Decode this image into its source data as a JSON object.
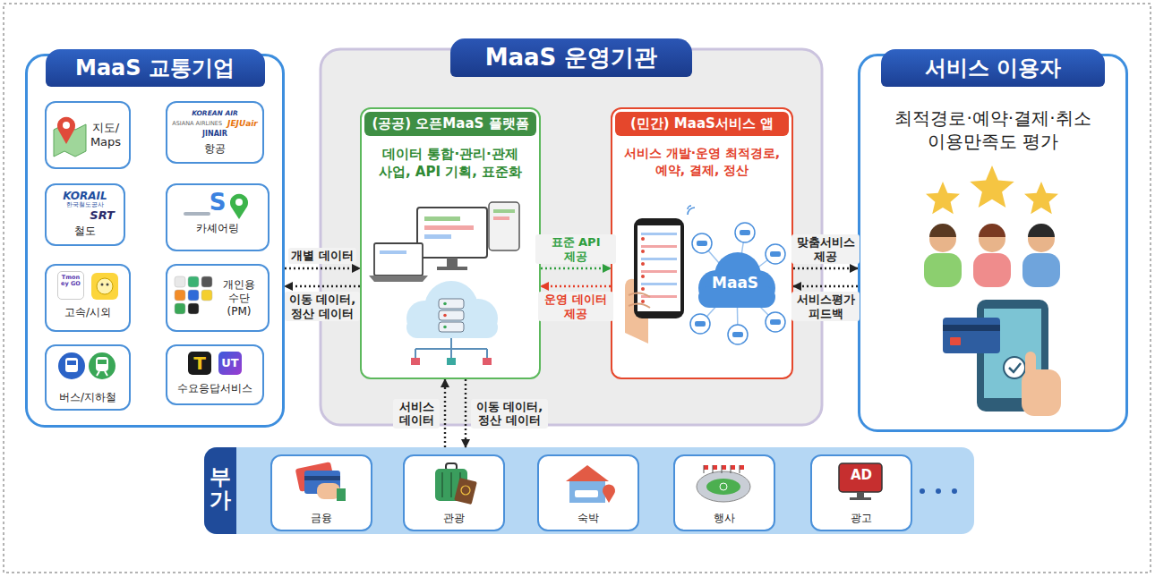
{
  "diagram": {
    "nodes": [
      {
        "text": [
          "MaaS 교통기업"
        ]
      },
      {
        "text": [
          "지도/ Maps"
        ],
        "in": 0
      },
      {
        "text": [
          "KOREAN AIR",
          "ASIANA AIRLINES",
          "JEJUair",
          "JINAIR",
          "항공"
        ],
        "in": 0
      },
      {
        "text": [
          "KORAIL",
          "한국철도공사",
          "SRT",
          "철도"
        ],
        "in": 0
      },
      {
        "text": [
          "S",
          "카셰어링"
        ],
        "in": 0
      },
      {
        "text": [
          "Tmoney GO",
          "고속/시외"
        ],
        "in": 0
      },
      {
        "text": [
          "개인용 수단 (PM)"
        ],
        "in": 0
      },
      {
        "text": [
          "버스/지하철"
        ],
        "in": 0
      },
      {
        "text": [
          "T",
          "UT",
          "수요응답서비스"
        ],
        "in": 0
      },
      {
        "text": [
          "MaaS 운영기관"
        ]
      },
      {
        "text": [
          "(공공) 오픈MaaS 플랫폼",
          "데이터 통합·관리·관제 사업, API 기획, 표준화"
        ],
        "in": 9
      },
      {
        "text": [
          "(민간) MaaS서비스 앱",
          "서비스 개발·운영 최적경로, 예약, 결제, 정산"
        ],
        "in": 9
      },
      {
        "text": [
          "서비스 이용자",
          "최적경로·예약·결제·취소 이용만족도 평가"
        ]
      },
      {
        "text": [
          "부가"
        ]
      },
      {
        "text": [
          "금융"
        ],
        "in": 13
      },
      {
        "text": [
          "관광"
        ],
        "in": 13
      },
      {
        "text": [
          "숙박"
        ],
        "in": 13
      },
      {
        "text": [
          "행사"
        ],
        "in": 13
      },
      {
        "text": [
          "AD",
          "광고"
        ],
        "in": 13
      }
    ],
    "edges": [
      {
        "from": 0,
        "to": 10,
        "label": "개별 데이터",
        "arrow": "to"
      },
      {
        "from": 10,
        "to": 0,
        "label": "이동 데이터, 정산 데이터",
        "arrow": "to"
      },
      {
        "from": 10,
        "to": 11,
        "label": "표준 API 제공",
        "arrow": "to"
      },
      {
        "from": 11,
        "to": 10,
        "label": "운영 데이터 제공",
        "arrow": "to"
      },
      {
        "from": 11,
        "to": 12,
        "label": "맞춤서비스 제공",
        "arrow": "to"
      },
      {
        "from": 12,
        "to": 11,
        "label": "서비스평가 피드백",
        "arrow": "to"
      },
      {
        "from": 13,
        "to": 10,
        "label": "서비스 데이터",
        "arrow": "to"
      },
      {
        "from": 10,
        "to": 13,
        "label": "이동 데이터, 정산 데이터",
        "arrow": "to"
      }
    ],
    "labels": [
      "MaaS"
    ]
  }
}
